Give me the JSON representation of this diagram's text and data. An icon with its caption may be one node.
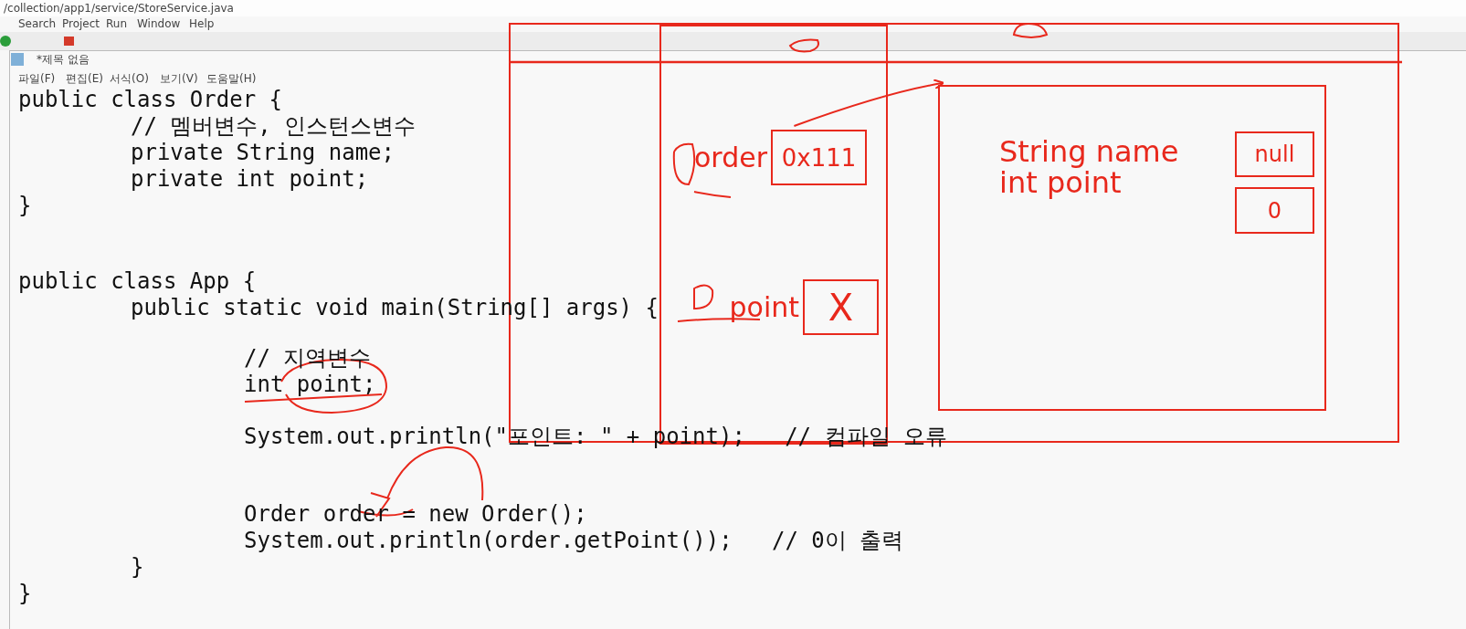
{
  "diagram": {
    "nodes": [
      {
        "text": [],
        "shape": "box"
      },
      {
        "text": [],
        "shape": "box",
        "in": 0
      },
      {
        "text": [
          "0x111"
        ],
        "beside": [
          "order"
        ],
        "in": 1
      },
      {
        "text": [
          "X"
        ],
        "beside": [
          "point"
        ],
        "in": 1
      },
      {
        "text": [
          "String name",
          "int point"
        ],
        "in": 0
      },
      {
        "text": [
          "null"
        ],
        "in": 4
      },
      {
        "text": [
          "0"
        ],
        "in": 4
      }
    ],
    "edges": [
      {
        "from": 2,
        "to": 4,
        "arrow": "to"
      }
    ],
    "labels": [
      "/collection/app1/service/StoreService.java",
      "Search",
      "Project",
      "Run",
      "Window",
      "Help",
      "*제목 없음",
      "파일(F)",
      "편집(E)",
      "서식(O)",
      "보기(V)",
      "도움말(H)",
      "public class Order {",
      "// 멤버변수, 인스턴스변수",
      "private String name;",
      "private int point;",
      "}",
      "public class App {",
      "public static void main(String[] args) {",
      "// 지역변수",
      "int point;",
      "System.out.println(\"포인트: \" + point);   // 컴파일 오류",
      "Order order = new Order();",
      "System.out.println(order.getPoint());   // 0이 출력",
      "}",
      "}"
    ]
  }
}
